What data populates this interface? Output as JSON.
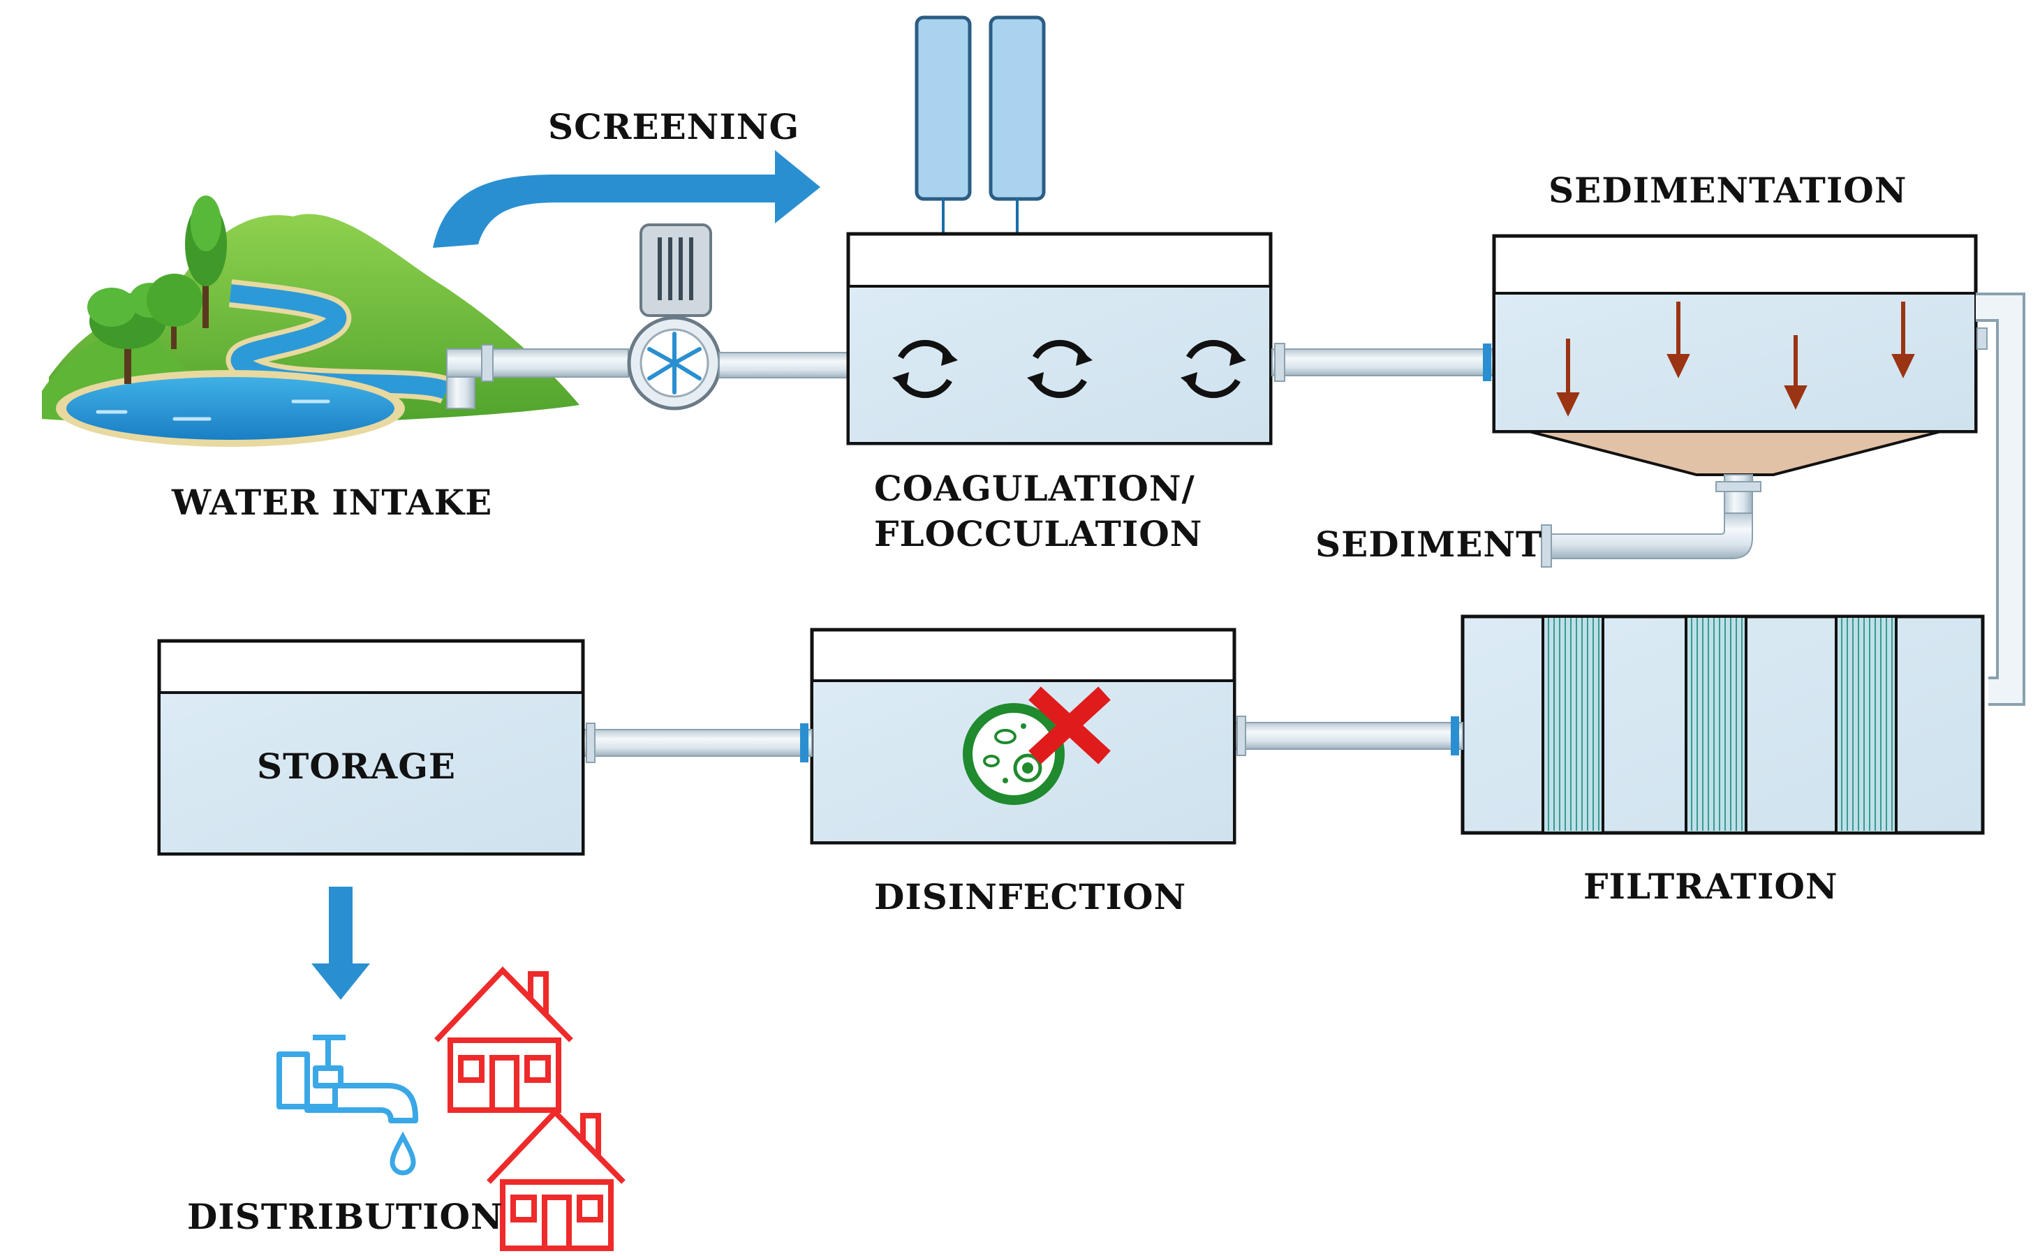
{
  "labels": {
    "water_intake": "WATER INTAKE",
    "screening": "SCREENING",
    "coagulation_line1": "COAGULATION/",
    "coagulation_line2": "FLOCCULATION",
    "sedimentation": "SEDIMENTATION",
    "sediment": "SEDIMENT",
    "filtration": "FILTRATION",
    "disinfection": "DISINFECTION",
    "storage": "STORAGE",
    "distribution": "DISTRIBUTION"
  },
  "colors": {
    "water_fill": "#d9e9f3",
    "tank_border": "#111111",
    "pipe": "#dfe9f0",
    "arrow_blue": "#2a8fd0",
    "chemical_tank": "#a9d3ef",
    "settling_arrow": "#9a3412",
    "sludge": "#e2c2a6",
    "filter_media": "#3a9a8e",
    "microbe_green": "#1f8a2e",
    "cross_red": "#e01b1b",
    "tap_blue": "#3aa7e6",
    "house_red": "#ee2a2a",
    "hill_green": "#6cbf3c"
  },
  "icons": [
    "pump-icon",
    "mixing-cycle-icon",
    "microorganism-icon",
    "cross-icon",
    "tap-icon",
    "water-drop-icon",
    "house-icon"
  ]
}
